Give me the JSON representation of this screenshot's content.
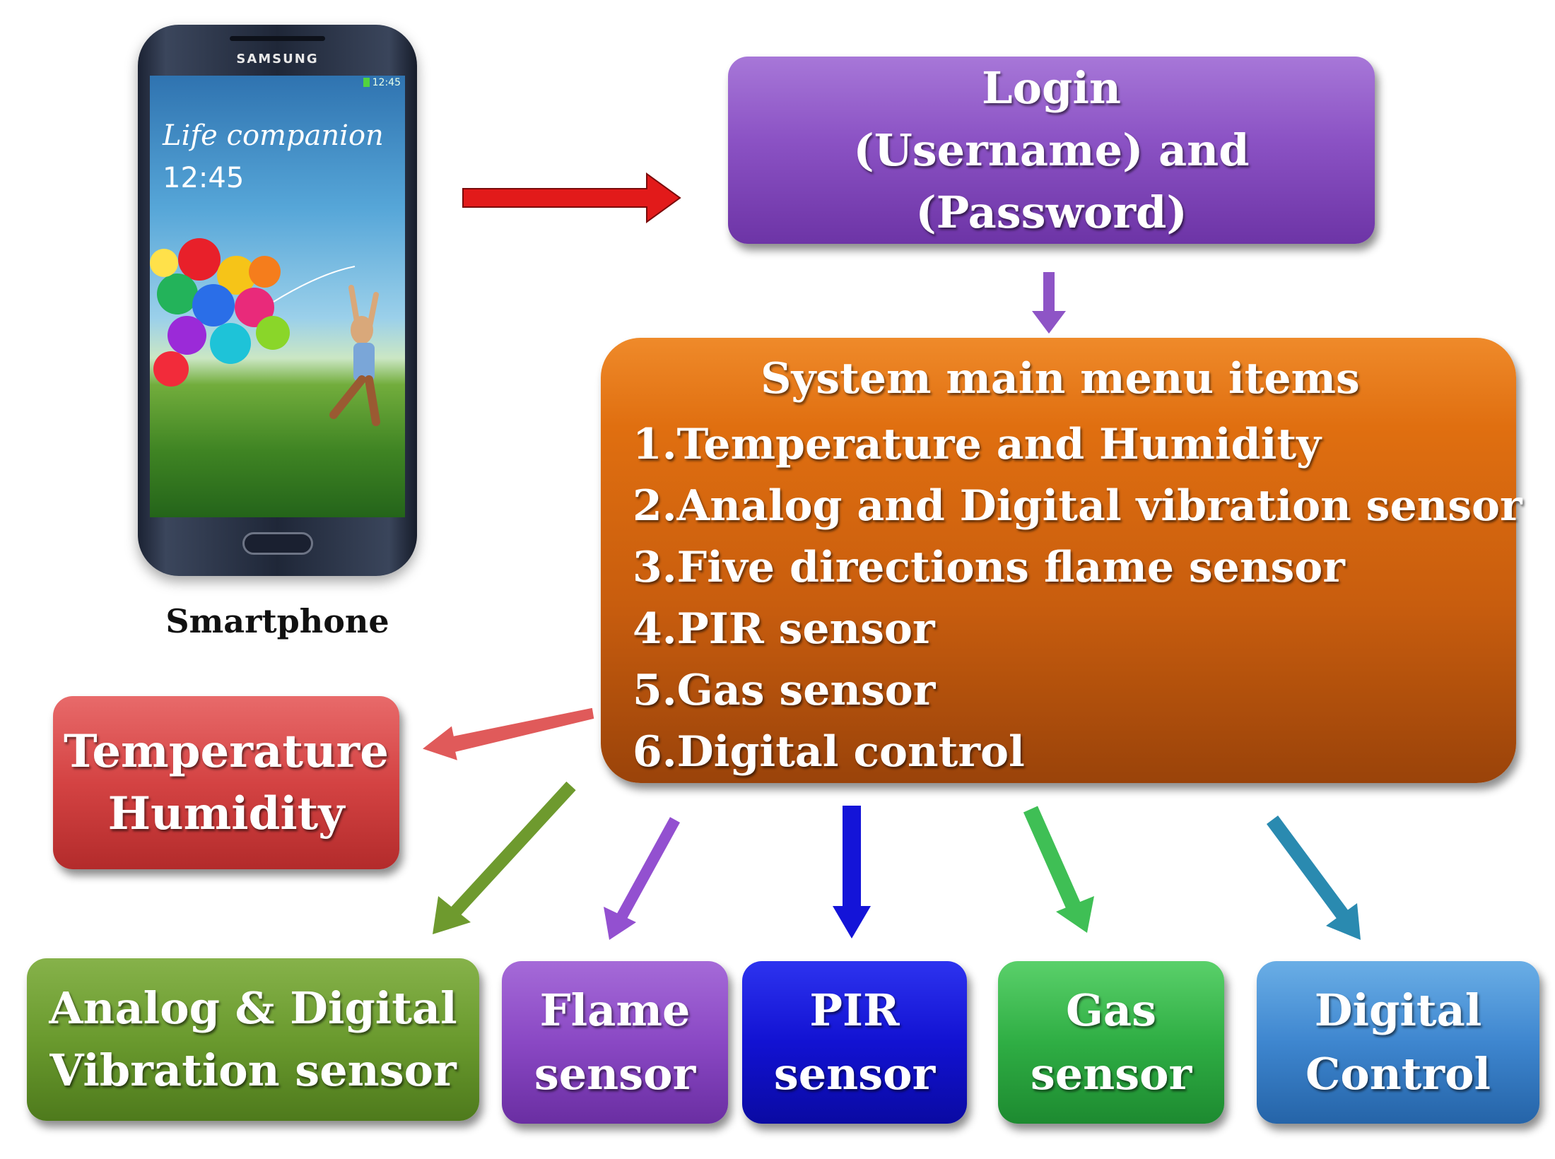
{
  "phone": {
    "brand": "SAMSUNG",
    "status_time": "12:45",
    "tagline": "Life companion",
    "clock": "12:45",
    "caption": "Smartphone"
  },
  "login": {
    "line1": "Login",
    "line2": "(Username) and (Password)"
  },
  "menu": {
    "title": "System main menu items",
    "items": [
      "1.Temperature  and Humidity",
      "2.Analog and Digital vibration sensor",
      "3.Five directions flame sensor",
      "4.PIR sensor",
      "5.Gas sensor",
      "6.Digital control"
    ]
  },
  "modules": {
    "temperature": {
      "line1": "Temperature",
      "line2": "Humidity"
    },
    "vibration": {
      "line1": "Analog & Digital",
      "line2": "Vibration sensor"
    },
    "flame": {
      "line1": "Flame",
      "line2": "sensor"
    },
    "pir": {
      "line1": "PIR",
      "line2": "sensor"
    },
    "gas": {
      "line1": "Gas",
      "line2": "sensor"
    },
    "digital": {
      "line1": "Digital",
      "line2": "Control"
    }
  },
  "colors": {
    "phone_to_login": "#e21a1a",
    "login_to_menu": "#8e54c6",
    "to_temperature": "#e05a5a",
    "to_vibration": "#6e9a2e",
    "to_flame": "#9350d0",
    "to_pir": "#1414d8",
    "to_gas": "#3fbf55",
    "to_digital": "#2a8ab0"
  }
}
